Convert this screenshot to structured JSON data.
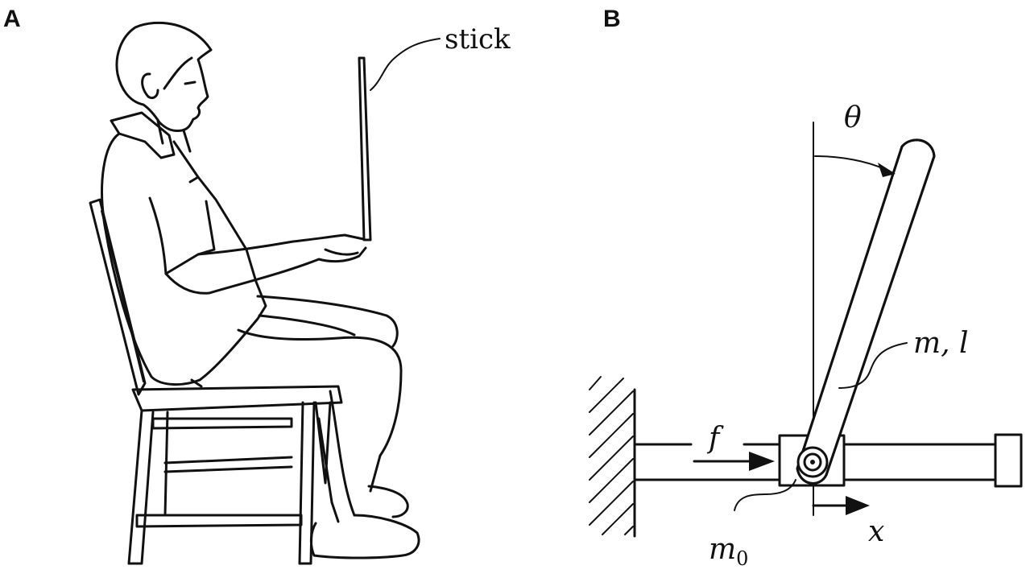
{
  "panel_a": {
    "letter": "A",
    "stick_label": "stick"
  },
  "panel_b": {
    "letter": "B",
    "theta": "θ",
    "rod_label": "m, l",
    "force_label": "f",
    "cart_mass": "m",
    "cart_mass_sub": "0",
    "position_label": "x"
  }
}
